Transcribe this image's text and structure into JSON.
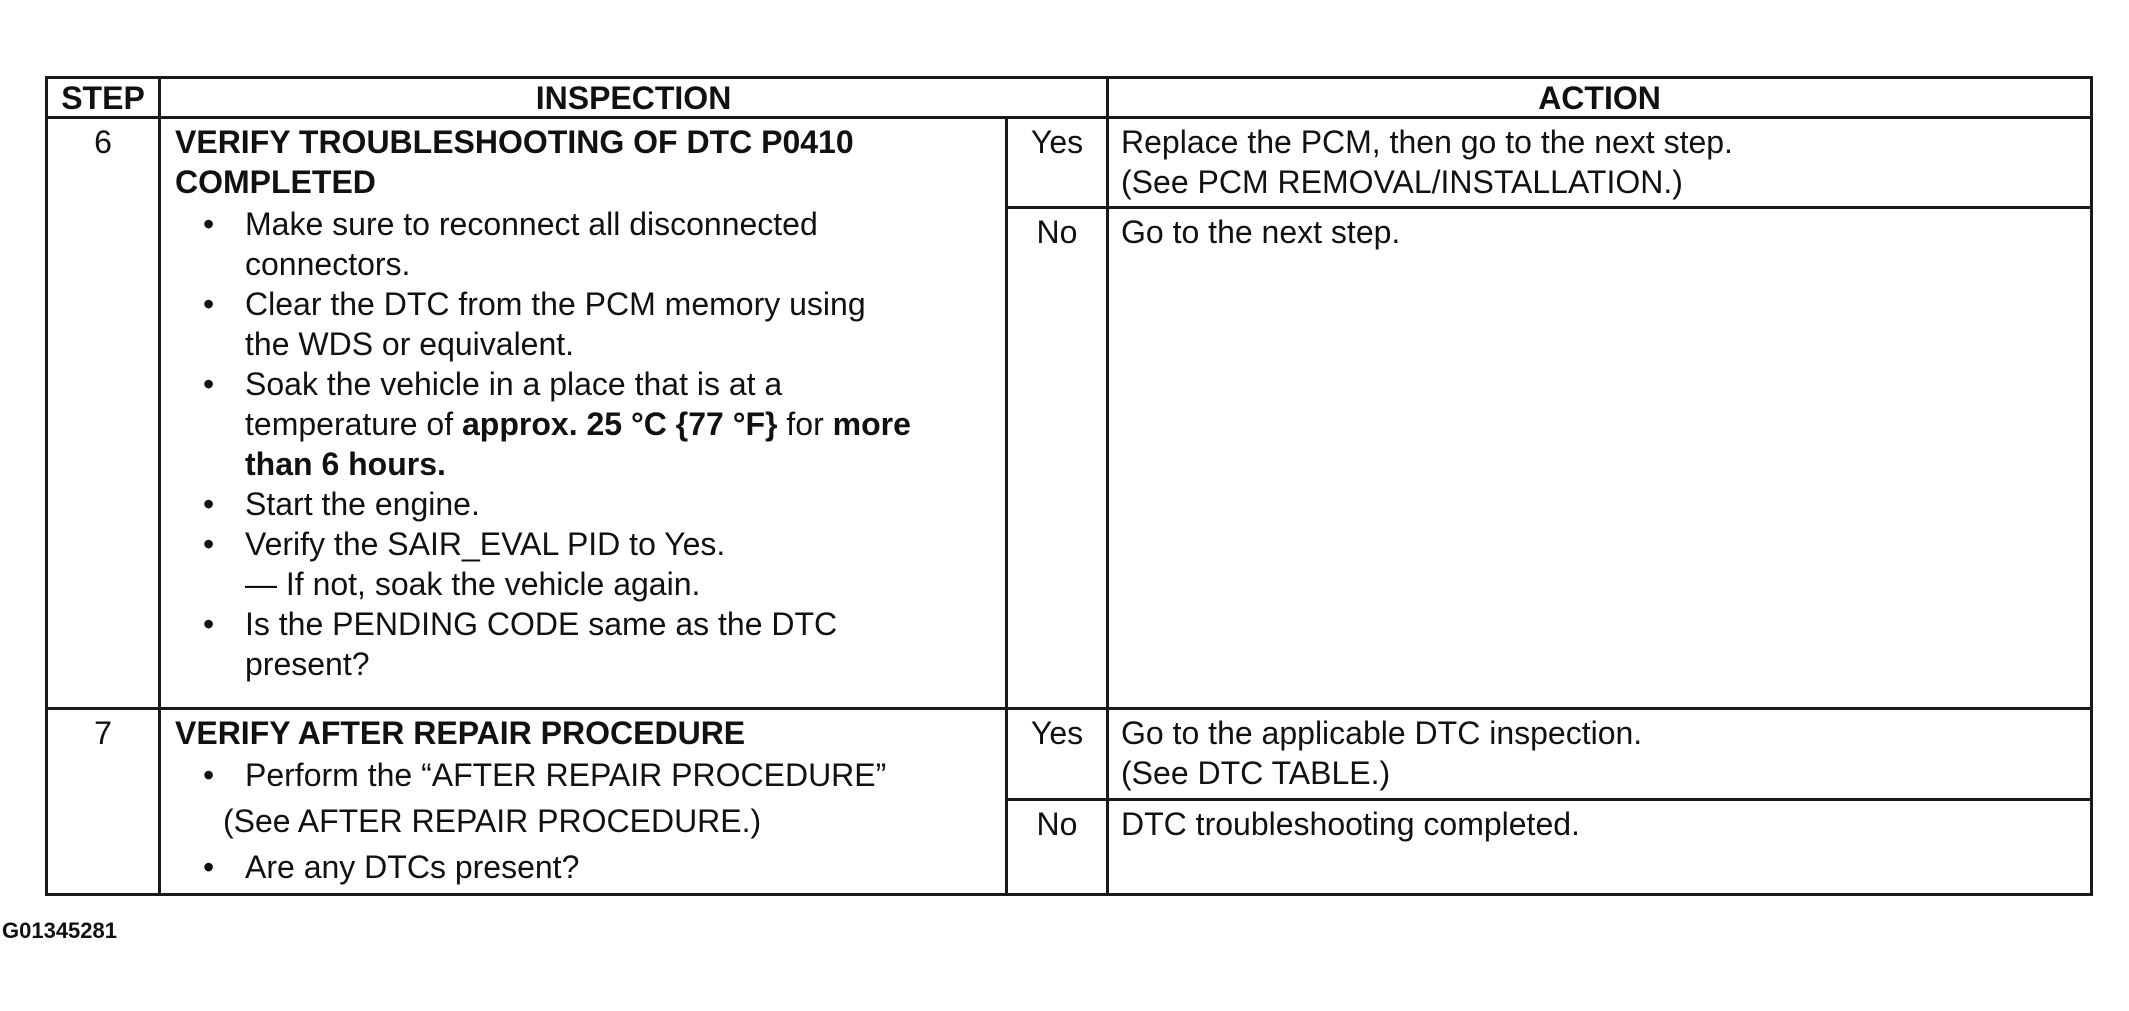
{
  "headers": {
    "step": "STEP",
    "inspection": "INSPECTION",
    "action": "ACTION"
  },
  "step6": {
    "number": "6",
    "title_line1": "VERIFY TROUBLESHOOTING OF DTC P0410",
    "title_line2": "COMPLETED",
    "bullets": [
      {
        "line1": "Make sure to reconnect all disconnected",
        "line2": "connectors."
      },
      {
        "line1": "Clear the DTC from the PCM memory using",
        "line2": "the WDS or equivalent."
      },
      {
        "line1a": "Soak the vehicle in a place that is at a",
        "line2a": "temperature of ",
        "line2b": "approx. 25 °C {77 °F}",
        "line2c": " for ",
        "line2d": "more",
        "line3": "than 6 hours."
      },
      {
        "line1": "Start the engine."
      },
      {
        "line1": "Verify the SAIR_EVAL PID to Yes.",
        "line2": "— If not, soak the vehicle again."
      },
      {
        "line1": "Is the PENDING CODE same as the DTC",
        "line2": "present?"
      }
    ],
    "yes_label": "Yes",
    "yes_action_line1": "Replace the PCM, then go to the next step.",
    "yes_action_line2": "(See PCM REMOVAL/INSTALLATION.)",
    "no_label": "No",
    "no_action_line1": "Go to the next step."
  },
  "step7": {
    "number": "7",
    "title": "VERIFY AFTER REPAIR PROCEDURE",
    "bullet1": "Perform the “AFTER REPAIR PROCEDURE”",
    "bullet1_line2": "(See AFTER REPAIR PROCEDURE.)",
    "bullet2": "Are any DTCs present?",
    "yes_label": "Yes",
    "yes_action_line1": "Go to the applicable DTC inspection.",
    "yes_action_line2": "(See DTC TABLE.)",
    "no_label": "No",
    "no_action_line1": "DTC troubleshooting completed."
  },
  "bullet_char": "•",
  "figure_id": "G01345281"
}
